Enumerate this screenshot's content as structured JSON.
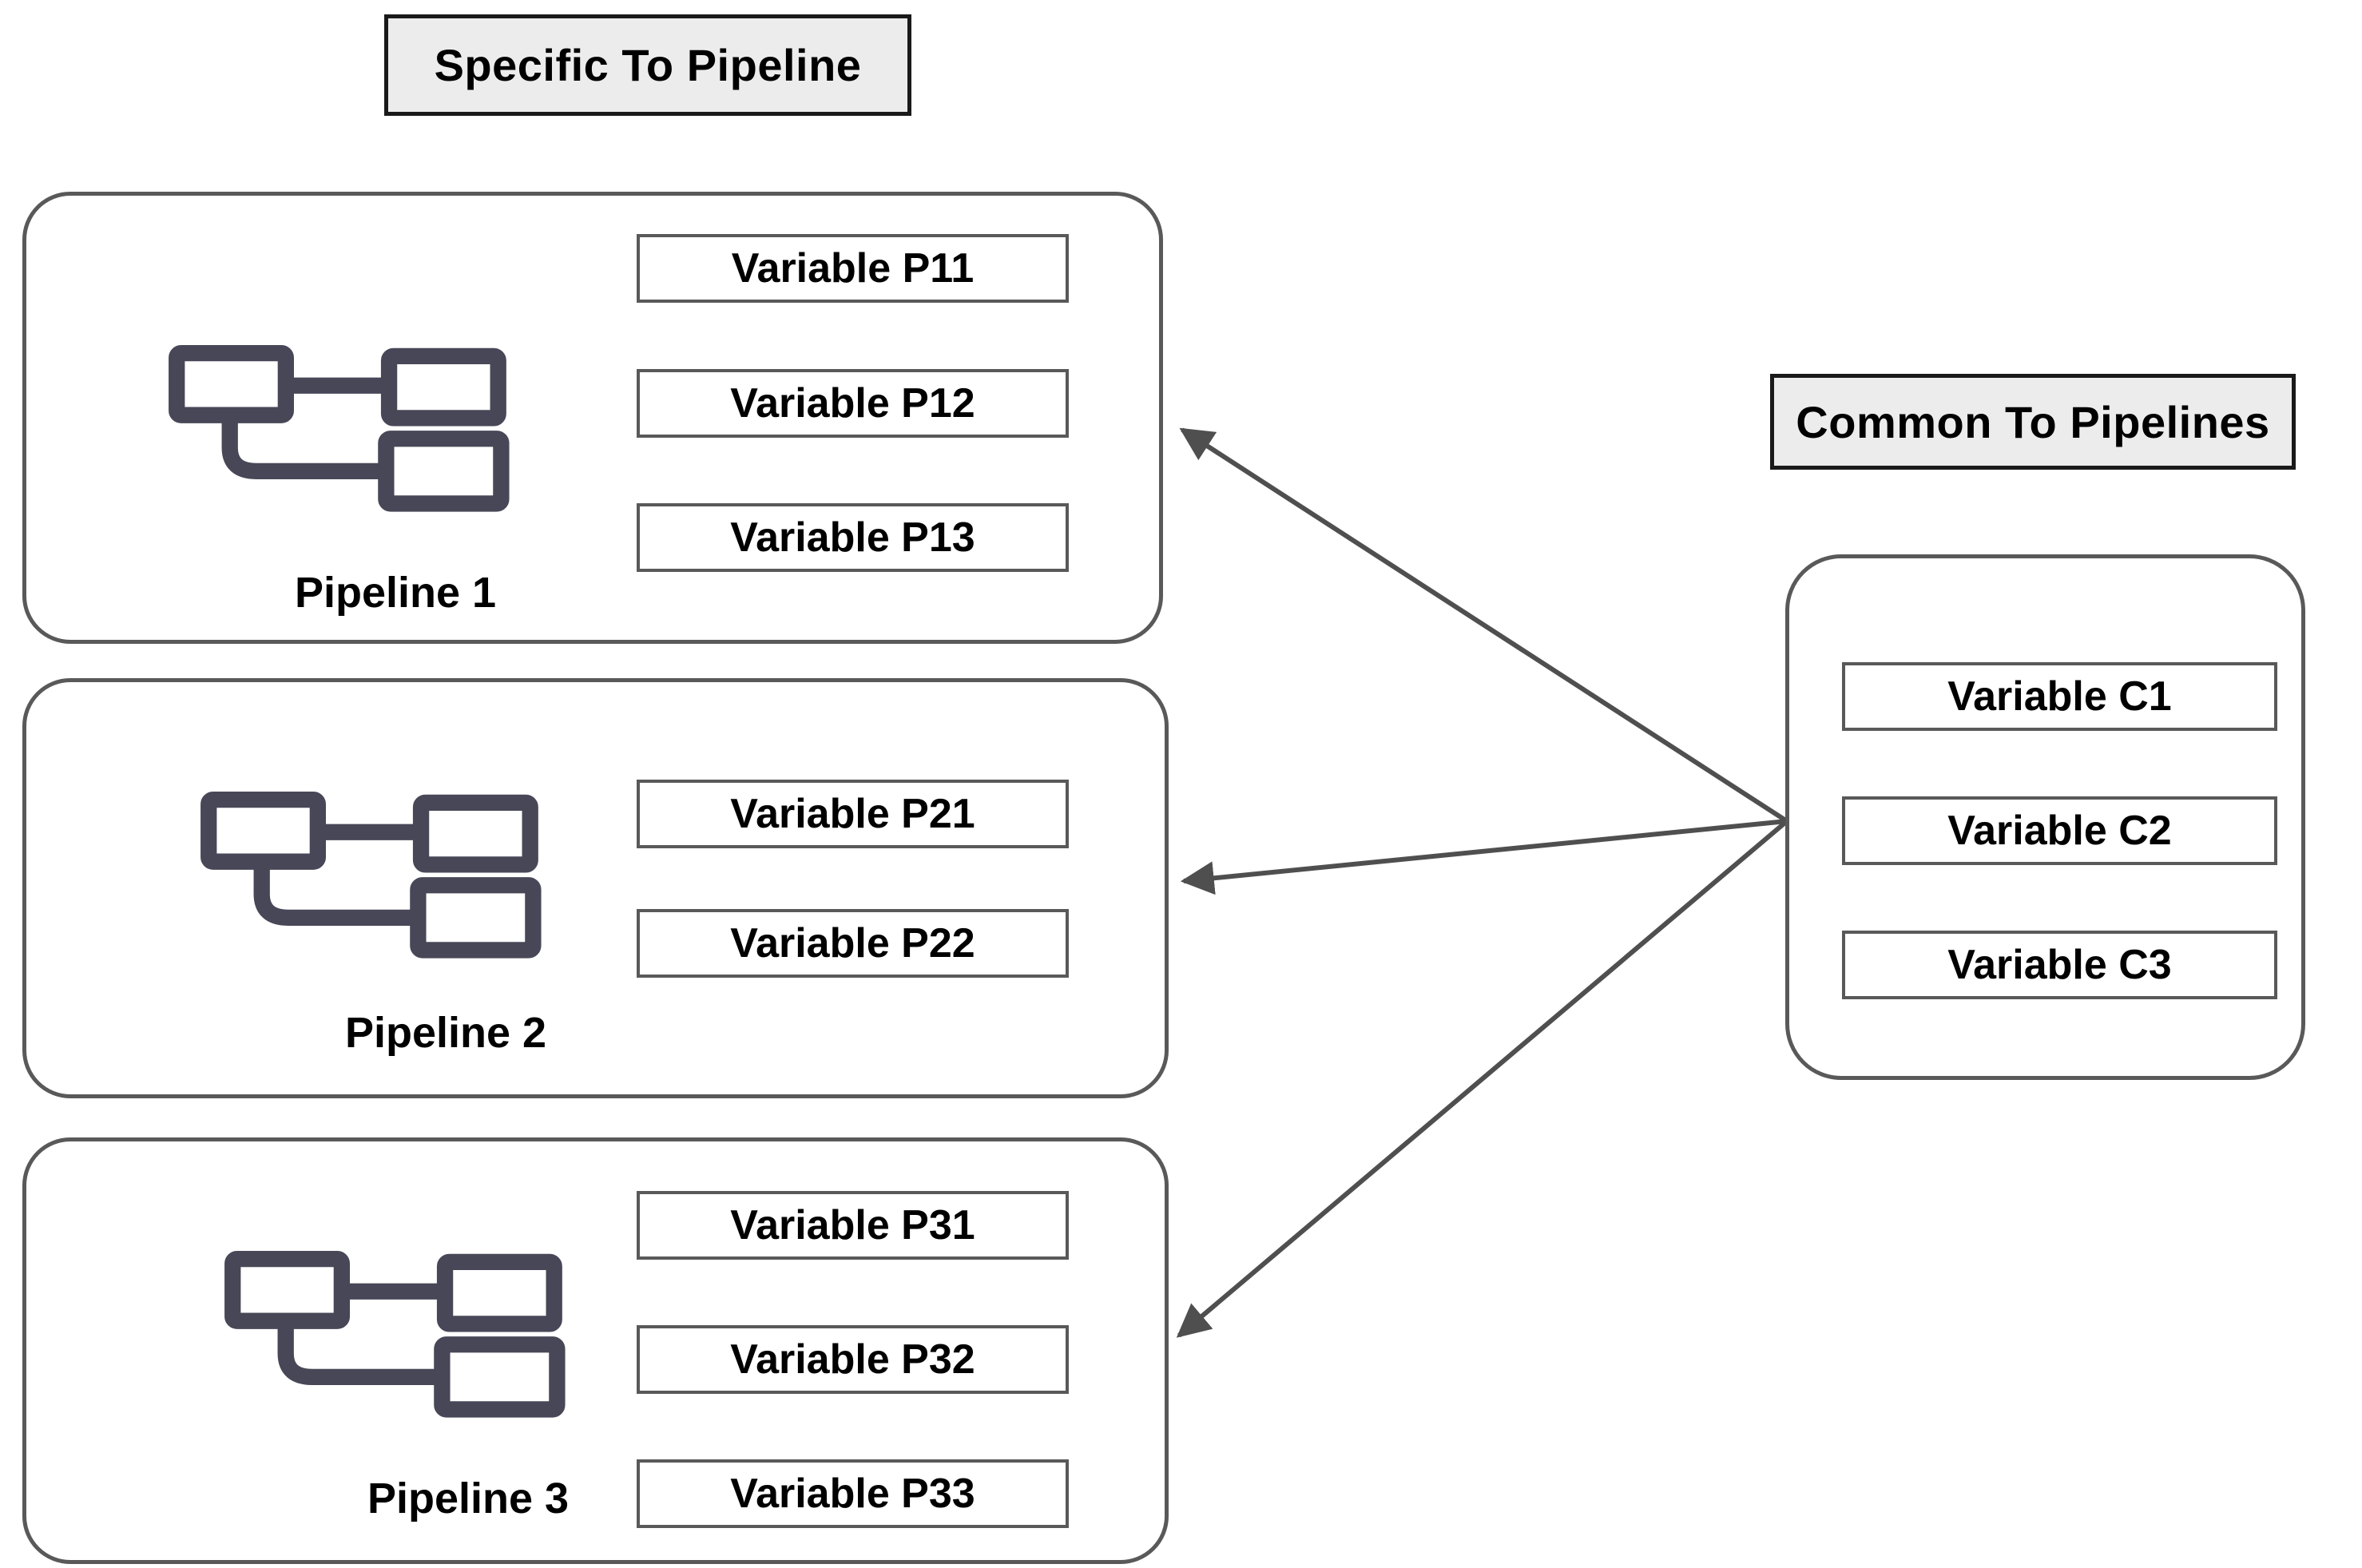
{
  "headers": {
    "specific": "Specific To Pipeline",
    "common": "Common To Pipelines"
  },
  "pipelines": [
    {
      "label": "Pipeline 1",
      "variables": [
        "Variable P11",
        "Variable P12",
        "Variable P13"
      ]
    },
    {
      "label": "Pipeline 2",
      "variables": [
        "Variable P21",
        "Variable P22"
      ]
    },
    {
      "label": "Pipeline 3",
      "variables": [
        "Variable P31",
        "Variable P32",
        "Variable P33"
      ]
    }
  ],
  "common": {
    "variables": [
      "Variable C1",
      "Variable C2",
      "Variable C3"
    ]
  },
  "icons": {
    "pipeline_icon": "flowchart-icon",
    "arrow": "arrow-from-common-to-pipelines"
  },
  "colors": {
    "box_border": "#595959",
    "header_bg": "#ececec",
    "header_border": "#1a1a1a",
    "arrow": "#4f4f4f",
    "icon_stroke": "#474757",
    "text": "#000000",
    "background": "#ffffff"
  }
}
